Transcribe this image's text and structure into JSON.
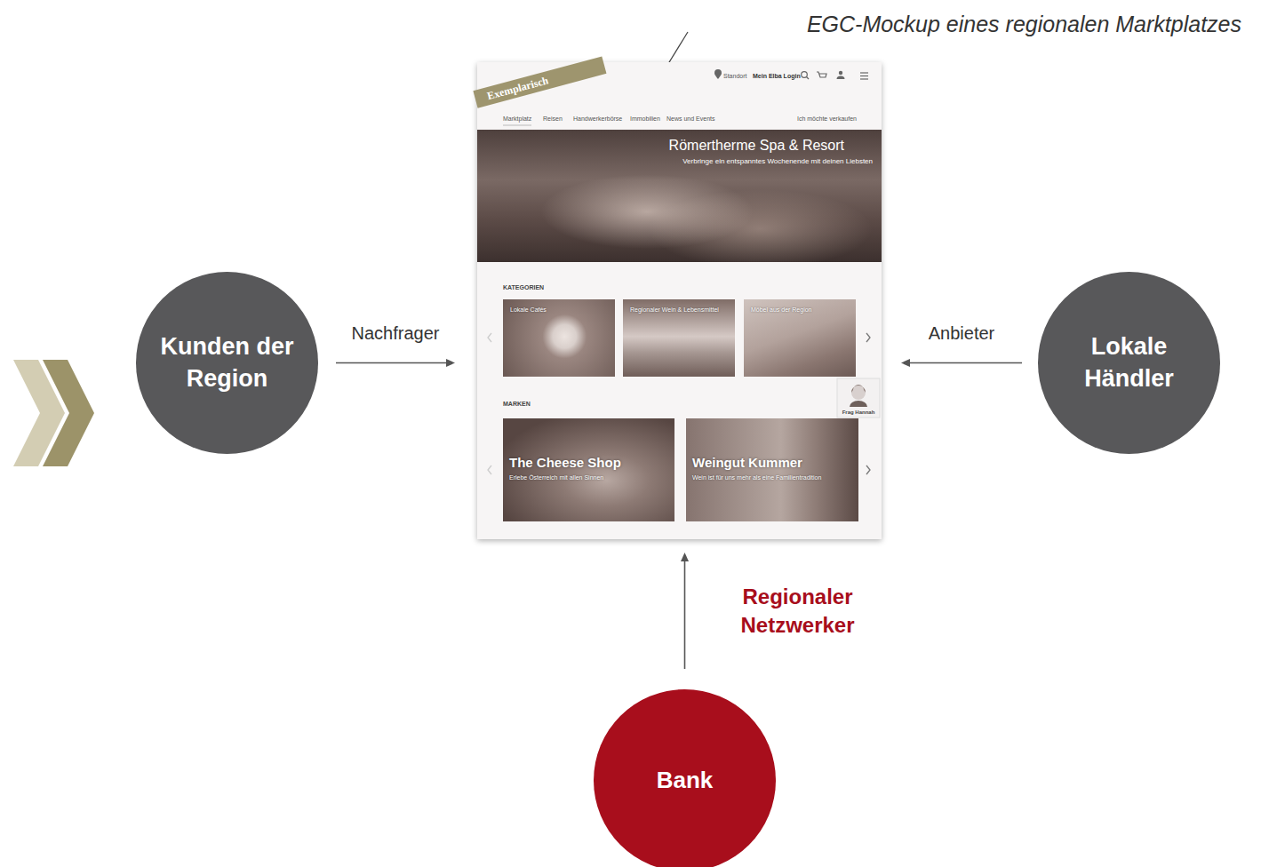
{
  "diagram": {
    "nodes": [
      {
        "text": [
          "Kunden der Region"
        ]
      },
      {
        "text": [
          "Standort",
          "Mein Elba Login",
          "Marktplatz",
          "Reisen",
          "Handwerkerbörse",
          "Immobilien",
          "News und Events",
          "Ich möchte verkaufen",
          "KATEGORIEN",
          "MARKEN"
        ]
      },
      {
        "text": [
          "Römertherme Spa & Resort",
          "Verbringe ein entspanntes Wochenende mit deinen Liebsten"
        ],
        "in": 1
      },
      {
        "text": [
          "Lokale Cafés"
        ],
        "in": 1
      },
      {
        "text": [
          "Regionaler Wein & Lebensmittel"
        ],
        "in": 1
      },
      {
        "text": [
          "Möbel aus der Region"
        ],
        "in": 1
      },
      {
        "text": [
          "The Cheese Shop",
          "Erlebe Österreich mit allen Sinnen"
        ],
        "in": 1
      },
      {
        "text": [
          "Weingut Kummer",
          "Wein ist für uns mehr als eine Familientradition"
        ],
        "in": 1
      },
      {
        "text": [
          "Frag Hannah"
        ],
        "in": 1
      },
      {
        "text": [
          "Exemplarisch"
        ],
        "in": 1
      },
      {
        "text": [
          "Lokale Händler"
        ]
      },
      {
        "text": [
          "Bank"
        ]
      }
    ],
    "edges": [
      {
        "from": 0,
        "to": 1,
        "label": "Nachfrager",
        "arrow": "to"
      },
      {
        "from": 10,
        "to": 1,
        "label": "Anbieter",
        "arrow": "to"
      },
      {
        "from": 11,
        "to": 1,
        "label": "Regionaler Netzwerker",
        "arrow": "to"
      }
    ],
    "labels": [
      "EGC-Mockup eines regionalen Marktplatzes"
    ]
  }
}
